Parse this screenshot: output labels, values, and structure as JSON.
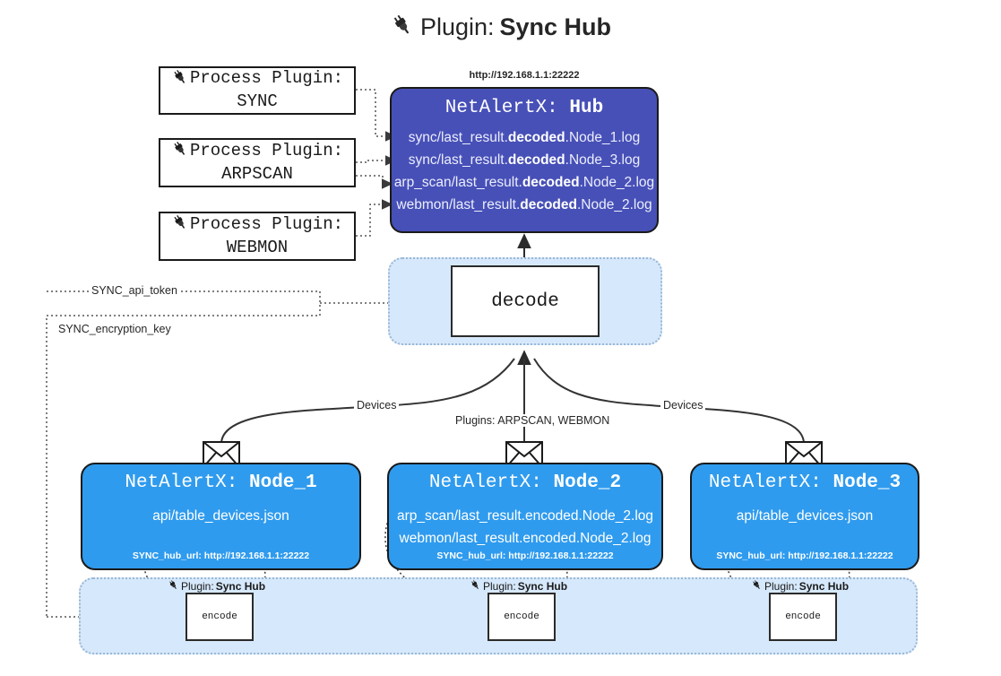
{
  "title": {
    "icon": "plug-icon",
    "prefix": "Plugin:",
    "name": "Sync Hub"
  },
  "process_plugins": [
    {
      "icon": "plug-icon",
      "line1": "Process Plugin:",
      "line2": "SYNC"
    },
    {
      "icon": "plug-icon",
      "line1": "Process Plugin:",
      "line2": "ARPSCAN"
    },
    {
      "icon": "plug-icon",
      "line1": "Process Plugin:",
      "line2": "WEBMON"
    }
  ],
  "hub": {
    "url": "http://192.168.1.1:22222",
    "title_prefix": "NetAlertX:",
    "title_name": "Hub",
    "logs": [
      {
        "pre": "sync/last_result.",
        "em": "decoded",
        "post": ".Node_1.log"
      },
      {
        "pre": "sync/last_result.",
        "em": "decoded",
        "post": ".Node_3.log"
      },
      {
        "pre": "arp_scan/last_result.",
        "em": "decoded",
        "post": ".Node_2.log"
      },
      {
        "pre": "webmon/last_result.",
        "em": "decoded",
        "post": ".Node_2.log"
      }
    ]
  },
  "decode": {
    "label": "decode"
  },
  "settings": {
    "api_token": "SYNC_api_token",
    "encryption_key": "SYNC_encryption_key"
  },
  "edges": {
    "devices_left": "Devices",
    "devices_right": "Devices",
    "plugins_center": "Plugins: ARPSCAN, WEBMON"
  },
  "nodes": [
    {
      "title_prefix": "NetAlertX:",
      "title_name": "Node_1",
      "lines": [
        "api/table_devices.json"
      ],
      "footer": "SYNC_hub_url: http://192.168.1.1:22222",
      "envelope_icon": "envelope-icon"
    },
    {
      "title_prefix": "NetAlertX:",
      "title_name": "Node_2",
      "lines": [
        "arp_scan/last_result.encoded.Node_2.log",
        "webmon/last_result.encoded.Node_2.log"
      ],
      "footer": "SYNC_hub_url: http://192.168.1.1:22222",
      "envelope_icon": "envelope-icon"
    },
    {
      "title_prefix": "NetAlertX:",
      "title_name": "Node_3",
      "lines": [
        "api/table_devices.json"
      ],
      "footer": "SYNC_hub_url: http://192.168.1.1:22222",
      "envelope_icon": "envelope-icon"
    }
  ],
  "encoders": [
    {
      "plugin_prefix": "Plugin:",
      "plugin_name": "Sync Hub",
      "label": "encode",
      "icon": "plug-icon"
    },
    {
      "plugin_prefix": "Plugin:",
      "plugin_name": "Sync Hub",
      "label": "encode",
      "icon": "plug-icon"
    },
    {
      "plugin_prefix": "Plugin:",
      "plugin_name": "Sync Hub",
      "label": "encode",
      "icon": "plug-icon"
    }
  ],
  "colors": {
    "hub_fill": "#4750b7",
    "node_fill": "#2f9bee",
    "panel_fill": "#d6e8fb",
    "stroke": "#1a1a1a",
    "background": "#ffffff"
  }
}
